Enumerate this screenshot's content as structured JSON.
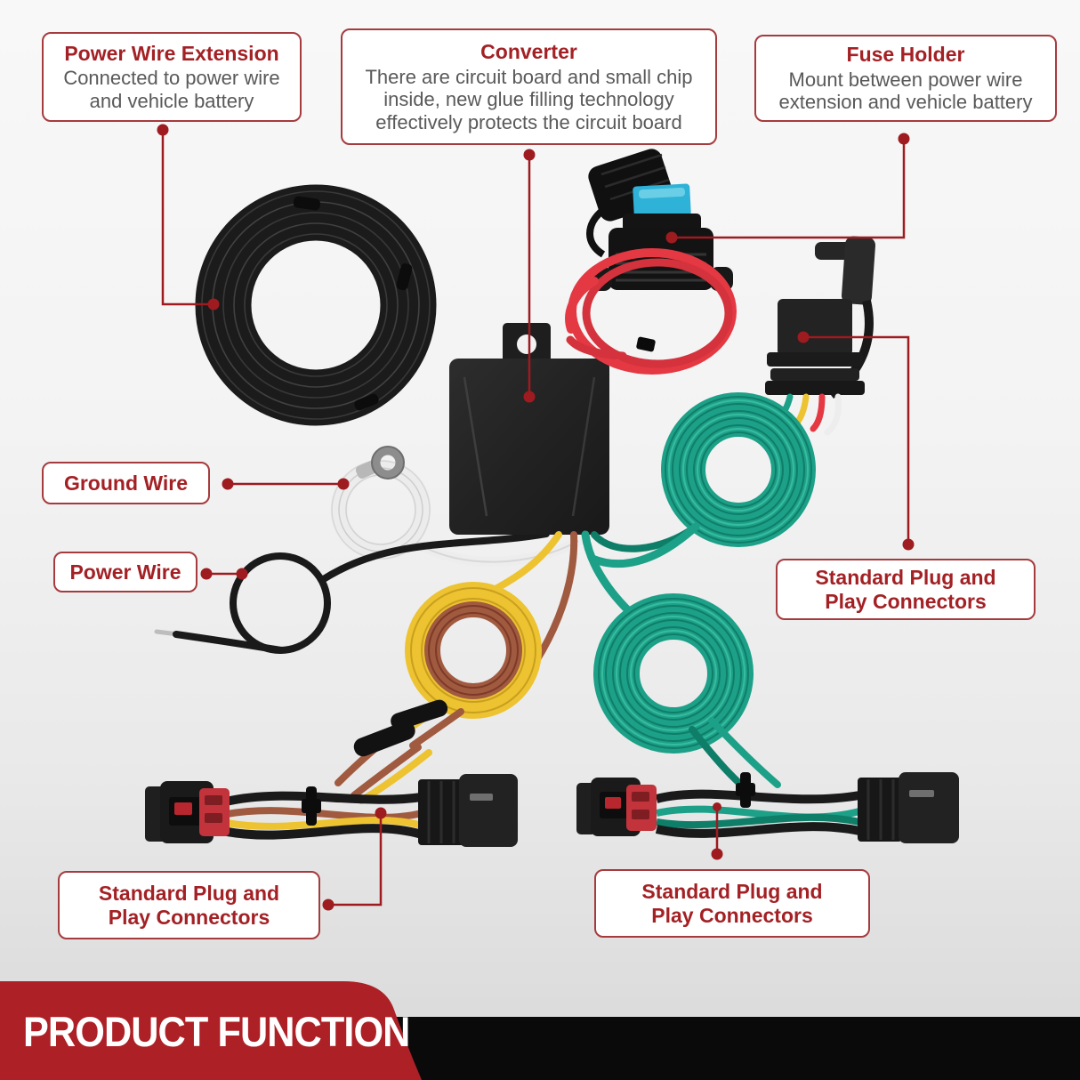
{
  "banner": {
    "title": "PRODUCT FUNCTION"
  },
  "callouts": {
    "power_wire_extension": {
      "title": "Power Wire Extension",
      "body": "Connected to power wire and vehicle battery"
    },
    "converter": {
      "title": "Converter",
      "body": "There are circuit board and small chip inside, new glue filling technology effectively protects the circuit board"
    },
    "fuse_holder": {
      "title": "Fuse Holder",
      "body": "Mount between power wire extension and vehicle battery"
    },
    "ground_wire": {
      "title": "Ground Wire"
    },
    "power_wire": {
      "title": "Power Wire"
    },
    "plug_connectors_right": {
      "title": "Standard Plug and Play Connectors"
    },
    "plug_connectors_bottom_left": {
      "title": "Standard Plug and Play Connectors"
    },
    "plug_connectors_bottom_middle": {
      "title": "Standard Plug and Play Connectors"
    }
  },
  "colors": {
    "accent_red": "#A32125",
    "leader_red": "#9E1B20",
    "callout_border": "#A63B3E",
    "callout_bg": "#FFFFFF",
    "body_text": "#595959",
    "banner_red": "#AC2026",
    "banner_black": "#0A0A0A",
    "banner_text": "#FFFFFF",
    "wire_green": "#1DA088",
    "wire_green_dark": "#0F7E68",
    "wire_yellow": "#EDC331",
    "wire_brown": "#A05A40",
    "wire_red": "#E43843",
    "wire_black": "#1A1A1A",
    "wire_white": "#EDEDED",
    "fuse_blue": "#2EB2D8",
    "plastic_black": "#1E1E1E",
    "red_insert": "#C2333B"
  }
}
